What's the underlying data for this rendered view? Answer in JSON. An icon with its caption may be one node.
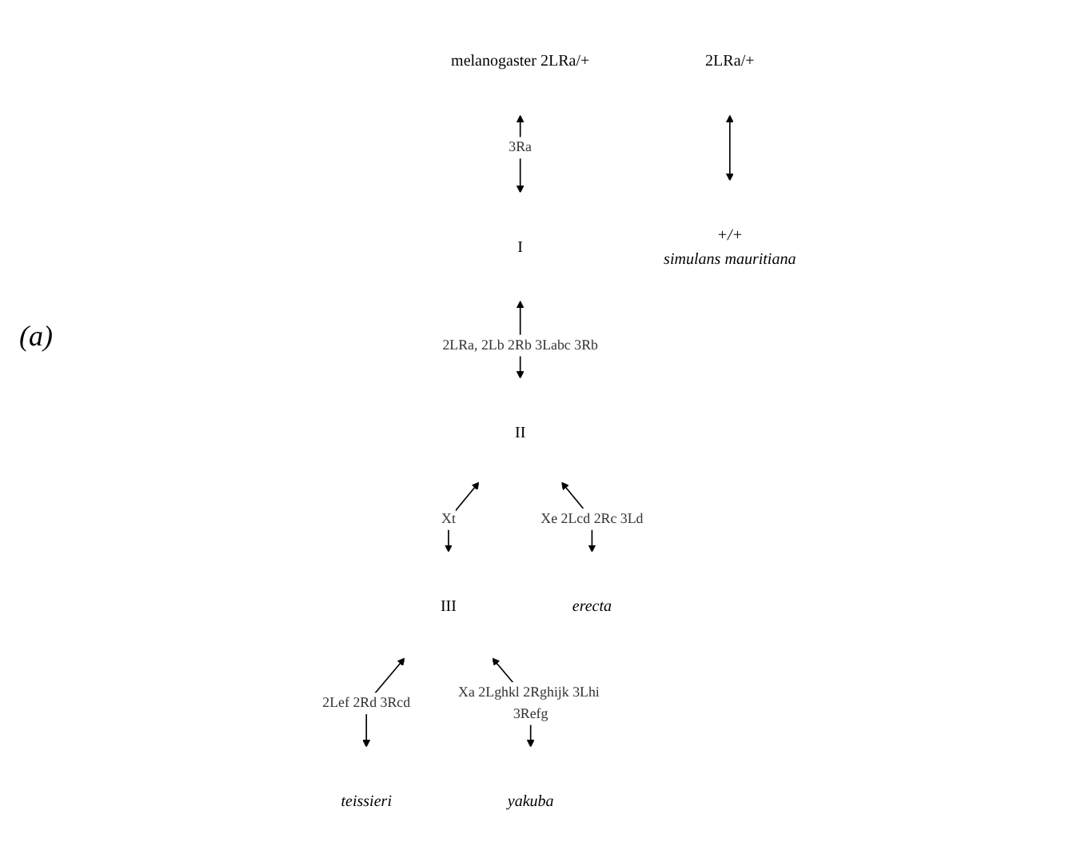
{
  "diagram": {
    "nodes": [
      {
        "text": [
          "melanogaster 2LRa/+"
        ]
      },
      {
        "text": [
          "I"
        ]
      },
      {
        "text": [
          "2LRa/+"
        ]
      },
      {
        "text": [
          "+/+",
          "simulans mauritiana"
        ]
      },
      {
        "text": [
          "II"
        ]
      },
      {
        "text": [
          "III"
        ]
      },
      {
        "text": [
          "erecta"
        ]
      },
      {
        "text": [
          "teissieri"
        ]
      },
      {
        "text": [
          "yakuba"
        ]
      }
    ],
    "edges": [
      {
        "from": 0,
        "to": 1,
        "arrow": "both",
        "label": "3Ra"
      },
      {
        "from": 2,
        "to": 3,
        "arrow": "both"
      },
      {
        "from": 1,
        "to": 4,
        "arrow": "both",
        "label": "2LRa, 2Lb 2Rb 3Labc 3Rb"
      },
      {
        "from": 4,
        "to": 6,
        "arrow": "both",
        "label": "Xe 2Lcd 2Rc 3Ld"
      },
      {
        "from": 4,
        "to": 5,
        "arrow": "both",
        "label": "Xt"
      },
      {
        "from": 5,
        "to": 7,
        "arrow": "both",
        "label": "2Lef 2Rd 3Rcd"
      },
      {
        "from": 5,
        "to": 8,
        "arrow": "both",
        "label": "Xa 2Lghkl 2Rghijk 3Lhi 3Refg"
      }
    ],
    "labels": [
      "(a)"
    ]
  }
}
